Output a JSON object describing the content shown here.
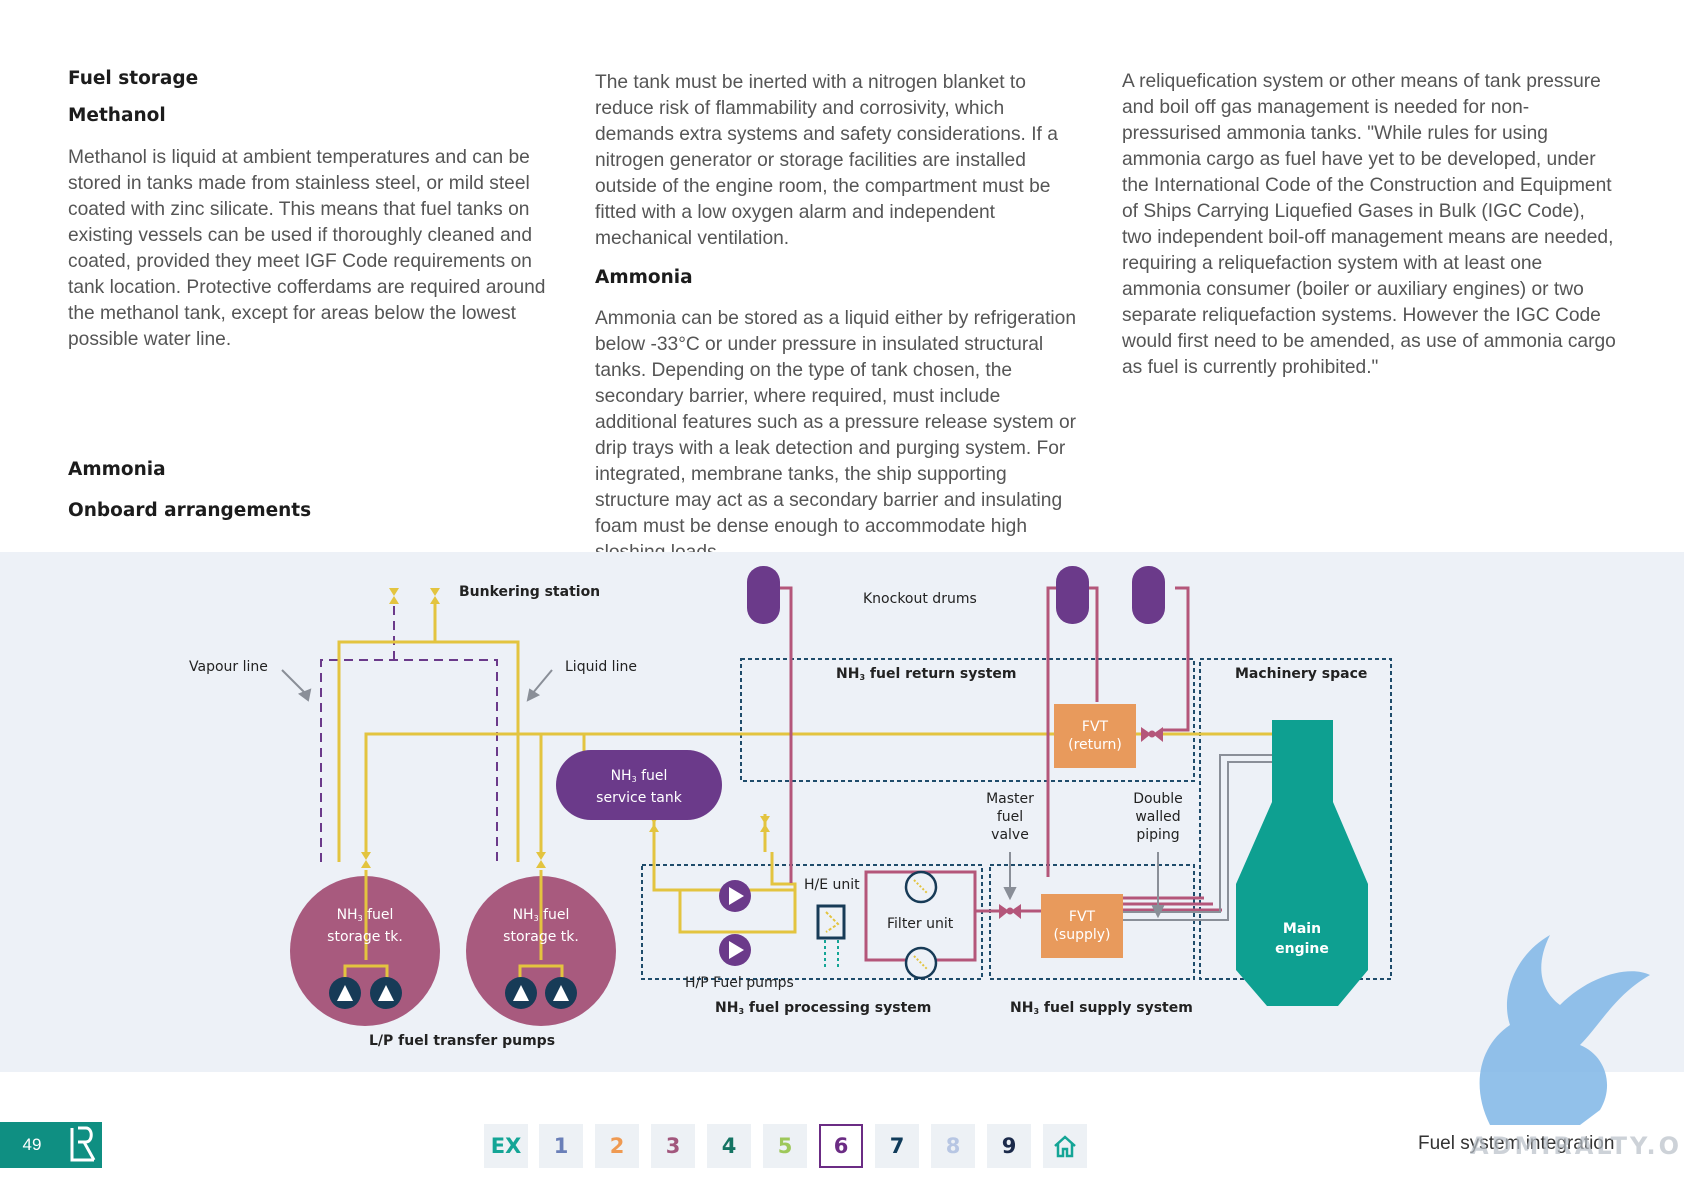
{
  "text": {
    "col1": {
      "h1": "Fuel storage",
      "h2": "Methanol",
      "p1": "Methanol is liquid at ambient temperatures and can be stored in tanks made from stainless steel, or mild steel coated with zinc silicate. This means that fuel tanks on existing vessels can be used if thoroughly cleaned and coated, provided they meet IGF Code requirements on tank location. Protective cofferdams are required around the methanol tank, except for areas below the lowest possible water line."
    },
    "col2": {
      "p1": "The tank must be inerted with a nitrogen blanket to reduce risk of flammability and corrosivity, which demands extra systems and safety considerations. If a nitrogen generator or storage facilities are installed outside of the engine room, the compartment must be fitted with a low oxygen alarm and independent mechanical ventilation.",
      "h1": "Ammonia",
      "p2": "Ammonia can be stored as a liquid either by refrigeration below -33°C or under pressure in insulated structural tanks. Depending on the type of tank chosen, the secondary barrier, where required, must include additional features such as a pressure release system or drip trays with a leak detection and purging system. For integrated, membrane tanks, the ship supporting structure may act as a secondary barrier and insulating foam must be dense enough to accommodate high sloshing loads."
    },
    "col3": {
      "p1": "A reliquefication system or other means of tank pressure and boil off gas management is needed for non-pressurised ammonia tanks. \"While rules for using ammonia cargo as fuel have yet to be developed, under the International Code of the Construction and Equipment of Ships Carrying Liquefied Gases in Bulk (IGC Code), two independent boil-off management means are needed, requiring a reliquefaction system with at least one ammonia consumer (boiler or auxiliary engines) or two separate reliquefaction systems. However the IGC Code would first need to be amended, as use of ammonia cargo as fuel is currently prohibited.\""
    },
    "ammonia_heading": "Ammonia",
    "onboard_heading": "Onboard arrangements"
  },
  "diagram": {
    "bunkering_station": "Bunkering station",
    "vapour_line": "Vapour line",
    "liquid_line": "Liquid line",
    "knockout_drums": "Knockout drums",
    "return_system_pre": "NH",
    "return_system_sub": "3",
    "return_system_post": " fuel return system",
    "machinery_space": "Machinery space",
    "fvt_return_1": "FVT",
    "fvt_return_2": "(return)",
    "service_tank_1_pre": "NH",
    "service_tank_sub": "3",
    "service_tank_1_post": " fuel",
    "service_tank_2": "service tank",
    "master_valve_1": "Master",
    "master_valve_2": "fuel",
    "master_valve_3": "valve",
    "double_walled_1": "Double",
    "double_walled_2": "walled",
    "double_walled_3": "piping",
    "he_unit": "H/E unit",
    "filter_unit": "Filter unit",
    "fvt_supply_1": "FVT",
    "fvt_supply_2": "(supply)",
    "main_engine_1": "Main",
    "main_engine_2": "engine",
    "storage_tank_1_pre": "NH",
    "storage_tank_1_sub": "3",
    "storage_tank_1_post": " fuel",
    "storage_tank_1_l2": "storage tk.",
    "storage_tank_2_pre": "NH",
    "storage_tank_2_sub": "3",
    "storage_tank_2_post": " fuel",
    "storage_tank_2_l2": "storage tk.",
    "hp_pumps": "H/P Fuel pumps",
    "processing_pre": "NH",
    "processing_sub": "3",
    "processing_post": " fuel processing system",
    "supply_pre": "NH",
    "supply_sub": "3",
    "supply_post": " fuel supply system",
    "lp_pumps": "L/P fuel transfer pumps"
  },
  "colors": {
    "purple": "#6b3a8a",
    "tank_pink": "#a85a7e",
    "teal": "#0ea091",
    "orange": "#e89a5c",
    "yellow_line": "#e3c43f",
    "pink_line": "#b4567a",
    "grey_line": "#8a8f98",
    "navy_dash": "#1f4c6b"
  },
  "footer": {
    "page_number": "49",
    "nav": [
      {
        "label": "EX",
        "color": "#14a596"
      },
      {
        "label": "1",
        "color": "#6a7fb8"
      },
      {
        "label": "2",
        "color": "#ef9a52"
      },
      {
        "label": "3",
        "color": "#a2577d"
      },
      {
        "label": "4",
        "color": "#157463"
      },
      {
        "label": "5",
        "color": "#9ec85a"
      },
      {
        "label": "6",
        "color": "#6b2c84"
      },
      {
        "label": "7",
        "color": "#103b5a"
      },
      {
        "label": "8",
        "color": "#b7c6e3"
      },
      {
        "label": "9",
        "color": "#1b2a4a"
      }
    ],
    "active_nav": "6",
    "home_icon": "home-icon",
    "section_title": "Fuel system integration",
    "watermark_text": "ADMIRALTY.ORG"
  }
}
